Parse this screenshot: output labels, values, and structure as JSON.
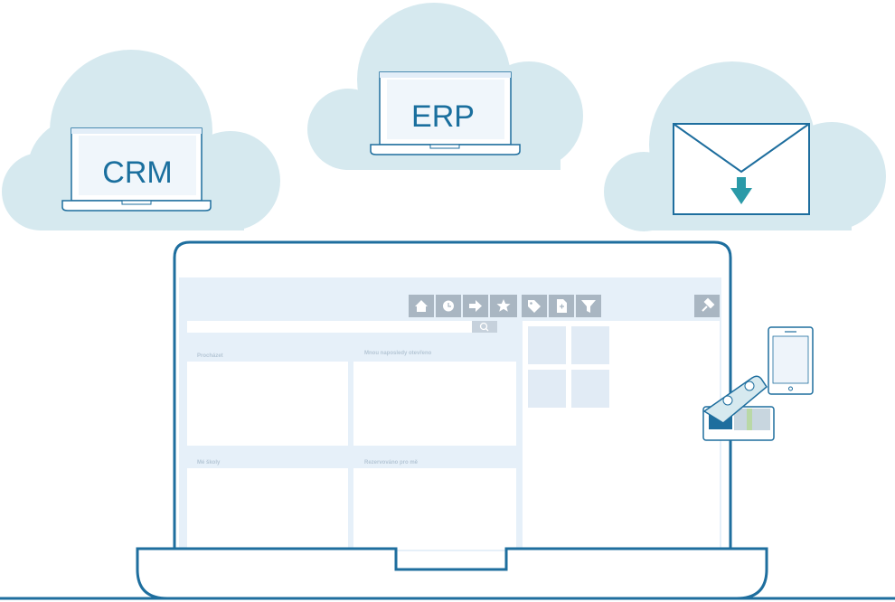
{
  "clouds": {
    "crm": {
      "label": "CRM"
    },
    "erp": {
      "label": "ERP"
    },
    "email": {
      "icon": "envelope-download-icon"
    }
  },
  "app": {
    "toolbar": {
      "icons": [
        "home-icon",
        "clock-icon",
        "arrow-right-icon",
        "star-icon",
        "tag-icon",
        "document-icon",
        "filter-icon",
        "pin-icon"
      ]
    },
    "search": {
      "icon": "search-icon"
    },
    "panels": {
      "browse": "Procházet",
      "recent": "Mnou naposledy otevřeno",
      "my_stuff": "Mé školy",
      "reserved": "Rezervováno pro mě"
    }
  },
  "devices": {
    "phone": "smartphone-icon",
    "scanner": "scanner-icon"
  },
  "colors": {
    "cloud": "#d6e9ef",
    "line": "#1e6e9e",
    "app_bg": "#e6f0f9",
    "toolbar_button": "#a9b6c2",
    "download_arrow": "#2b9aa8"
  }
}
